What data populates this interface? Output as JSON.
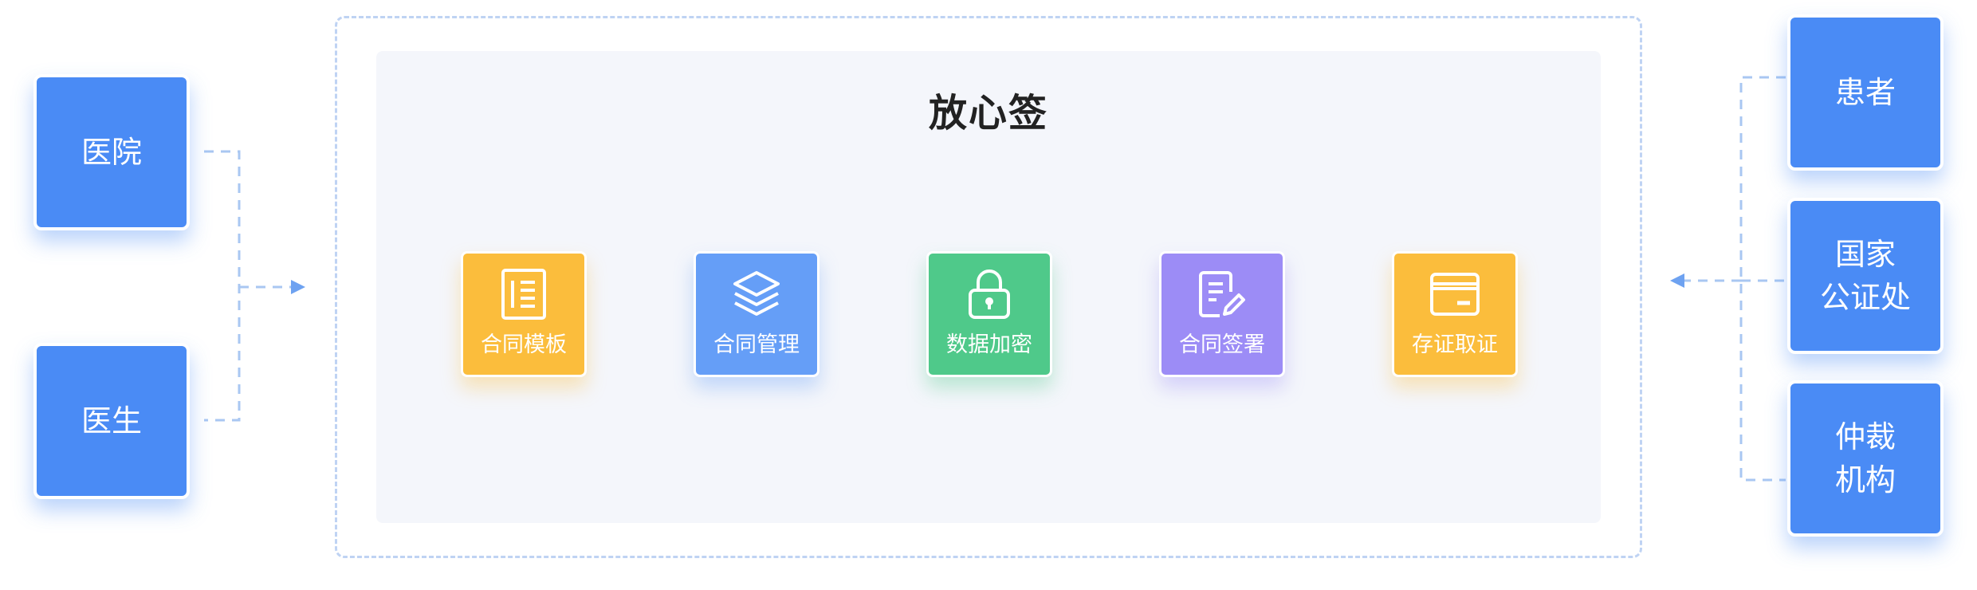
{
  "diagram": {
    "title": "放心签",
    "left_nodes": [
      {
        "label": "医院"
      },
      {
        "label": "医生"
      }
    ],
    "right_nodes": [
      {
        "lines": [
          "患者"
        ]
      },
      {
        "lines": [
          "国家",
          "公证处"
        ]
      },
      {
        "lines": [
          "仲裁",
          "机构"
        ]
      }
    ],
    "modules": [
      {
        "label": "合同模板",
        "icon": "document-icon",
        "color": "#fbbd3c"
      },
      {
        "label": "合同管理",
        "icon": "layers-icon",
        "color": "#659ef7"
      },
      {
        "label": "数据加密",
        "icon": "lock-icon",
        "color": "#4fc98a"
      },
      {
        "label": "合同签署",
        "icon": "sign-pen-icon",
        "color": "#9c8cf6"
      },
      {
        "label": "存证取证",
        "icon": "card-icon",
        "color": "#fbbd3c"
      }
    ]
  },
  "colors": {
    "node_blue": "#4a8bf5",
    "arrow_blue": "#6ea2f1",
    "dashed_line": "#a9c7f2",
    "panel_bg": "#f4f6fb"
  }
}
